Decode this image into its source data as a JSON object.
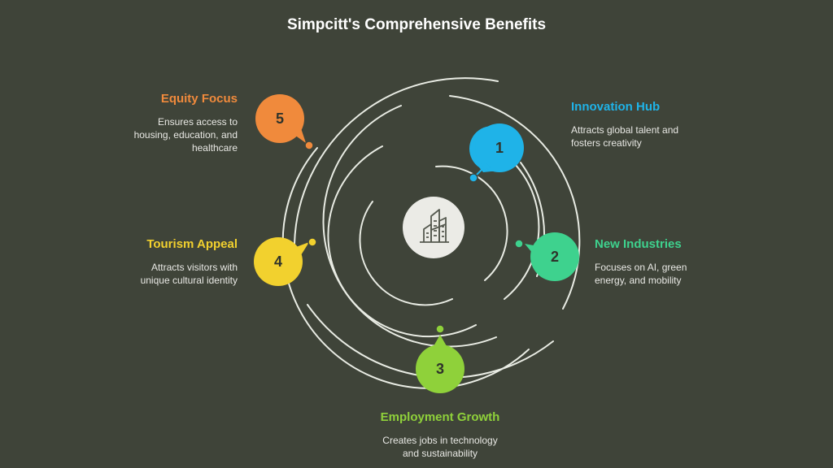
{
  "title": "Simpcitt's Comprehensive Benefits",
  "center_icon": "city-buildings-icon",
  "benefits": [
    {
      "number": "1",
      "title": "Innovation Hub",
      "description_lines": [
        "Attracts global talent and",
        "fosters creativity"
      ],
      "color": "#1fb3e8"
    },
    {
      "number": "2",
      "title": "New Industries",
      "description_lines": [
        "Focuses on AI, green",
        "energy, and mobility"
      ],
      "color": "#3ed28e"
    },
    {
      "number": "3",
      "title": "Employment Growth",
      "description_lines": [
        "Creates jobs in technology",
        "and sustainability"
      ],
      "color": "#8fd13a"
    },
    {
      "number": "4",
      "title": "Tourism Appeal",
      "description_lines": [
        "Attracts visitors with",
        "unique cultural identity"
      ],
      "color": "#f2d12e"
    },
    {
      "number": "5",
      "title": "Equity Focus",
      "description_lines": [
        "Ensures access to",
        "housing, education, and",
        "healthcare"
      ],
      "color": "#f08a3c"
    }
  ]
}
